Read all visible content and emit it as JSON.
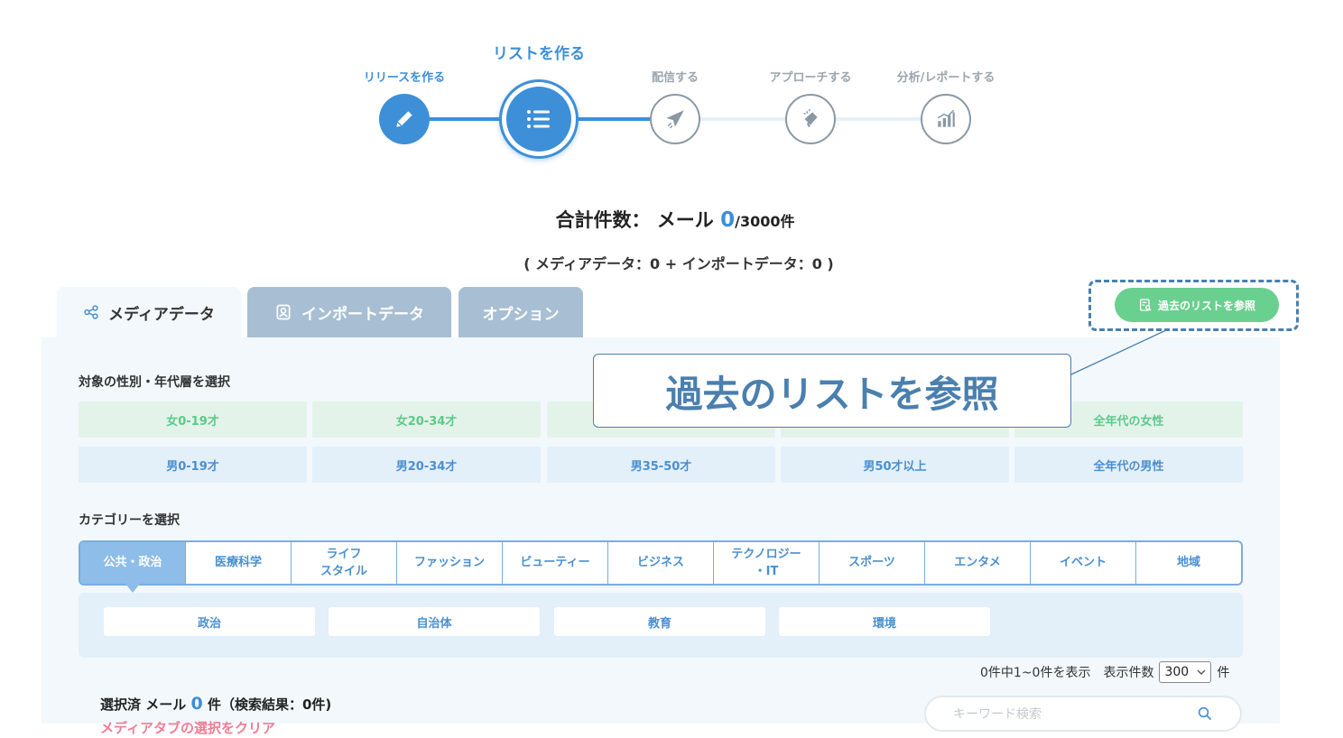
{
  "stepper": {
    "steps": [
      {
        "label": "リリースを作る",
        "state": "done"
      },
      {
        "label": "リストを作る",
        "state": "current"
      },
      {
        "label": "配信する",
        "state": "todo"
      },
      {
        "label": "アプローチする",
        "state": "todo"
      },
      {
        "label": "分析/レポートする",
        "state": "todo"
      }
    ]
  },
  "totals": {
    "label": "合計件数：",
    "type_label": "メール",
    "count": "0",
    "limit": "/3000",
    "unit": "件",
    "breakdown": "( メディアデータ：0 + インポートデータ：0 )"
  },
  "tabs": [
    {
      "label": "メディアデータ",
      "icon": "share-nodes-icon",
      "active": true
    },
    {
      "label": "インポートデータ",
      "icon": "contact-card-icon",
      "active": false
    },
    {
      "label": "オプション",
      "active": false
    }
  ],
  "reference_button": {
    "label": "過去のリストを参照",
    "icon": "document-search-icon"
  },
  "callout": {
    "text": "過去のリストを参照"
  },
  "gender_section": {
    "title": "対象の性別・年代層を選択",
    "female": [
      "女0-19才",
      "女20-34才",
      "",
      "",
      "全年代の女性"
    ],
    "male": [
      "男0-19才",
      "男20-34才",
      "男35-50才",
      "男50才以上",
      "全年代の男性"
    ]
  },
  "category_section": {
    "title": "カテゴリーを選択",
    "categories": [
      "公共・政治",
      "医療科学",
      "ライフ\nスタイル",
      "ファッション",
      "ビューティー",
      "ビジネス",
      "テクノロジー\n・IT",
      "スポーツ",
      "エンタメ",
      "イベント",
      "地域"
    ],
    "active_index": 0,
    "subcategories": [
      "政治",
      "自治体",
      "教育",
      "環境"
    ]
  },
  "results": {
    "summary": "0件中1~0件を表示",
    "per_page_label": "表示件数",
    "per_page_value": "300",
    "per_page_unit": "件"
  },
  "selection": {
    "prefix": "選択済 メール",
    "count": "0",
    "suffix": "件（検索結果：0件)",
    "clear_label": "メディアタブの選択をクリア"
  },
  "search": {
    "placeholder": "キーワード検索"
  },
  "colors": {
    "primary": "#3d8fd8",
    "green": "#6ad08f",
    "callout": "#4a7fae",
    "panel": "#f2f8fc"
  }
}
